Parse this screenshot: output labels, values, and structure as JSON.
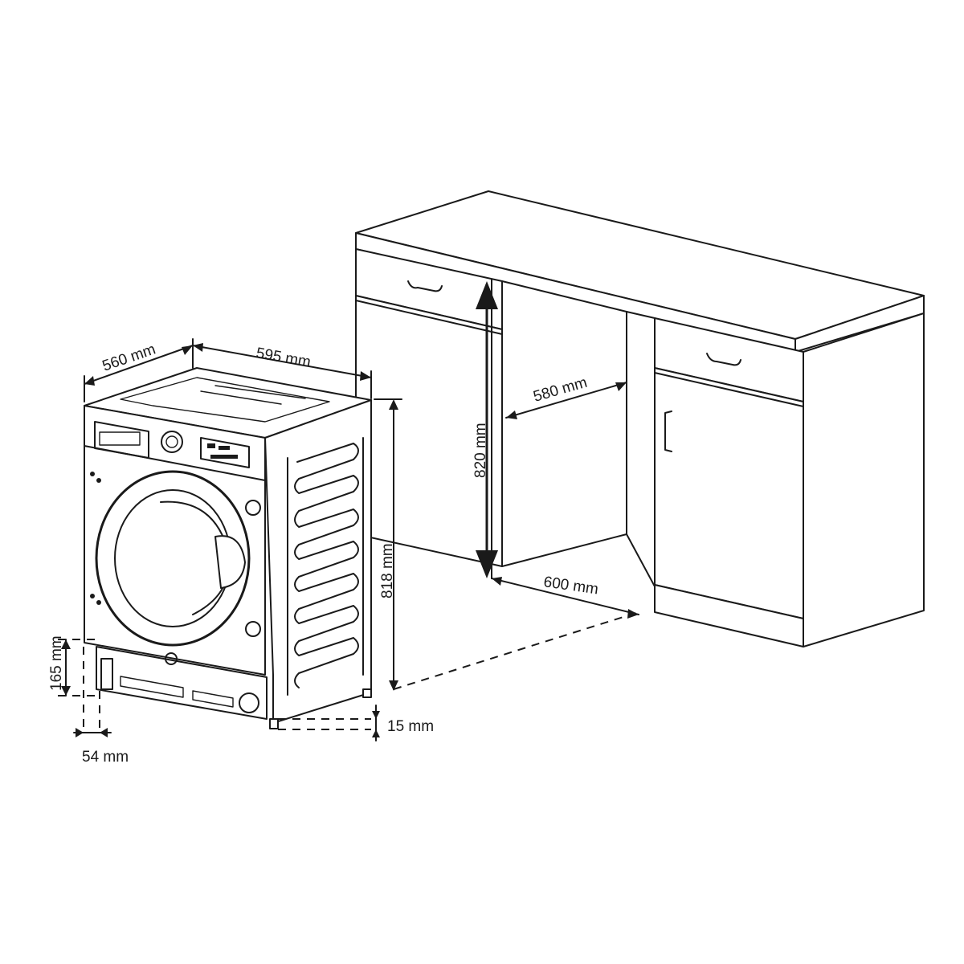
{
  "dimensions": {
    "depth": "560 mm",
    "width": "595 mm",
    "height": "818 mm",
    "plinth_height": "165 mm",
    "plinth_offset": "54 mm",
    "foot_height": "15 mm",
    "niche_height": "820 mm",
    "niche_width": "580 mm",
    "niche_depth": "600 mm"
  },
  "colors": {
    "line": "#1a1a1a",
    "background": "#ffffff"
  }
}
